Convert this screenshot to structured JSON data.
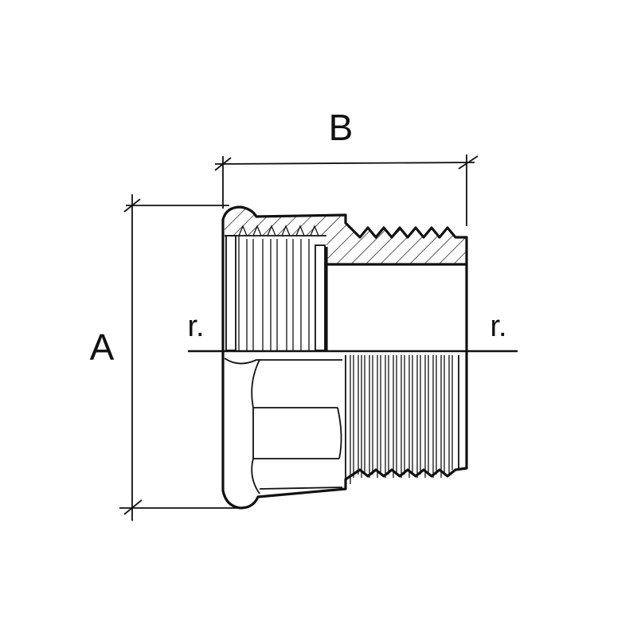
{
  "labels": {
    "dimension_a": "A",
    "dimension_b": "B",
    "thread_left": "r.",
    "thread_right": "r."
  },
  "colors": {
    "ink": "#111111",
    "background": "#ffffff"
  }
}
